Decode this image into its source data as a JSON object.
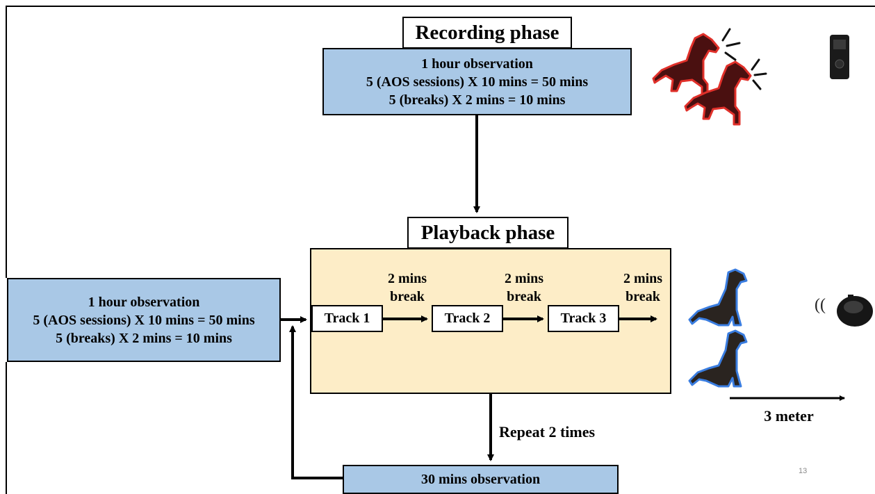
{
  "recording": {
    "title": "Recording phase",
    "lines": [
      "1 hour observation",
      "5 (AOS sessions) X 10 mins = 50 mins",
      "5 (breaks) X 2 mins = 10 mins"
    ]
  },
  "playback": {
    "title": "Playback phase"
  },
  "left_box": {
    "lines": [
      "1 hour observation",
      "5 (AOS sessions) X 10 mins = 50 mins",
      "5 (breaks) X 2 mins = 10 mins"
    ]
  },
  "tracks": [
    "Track 1",
    "Track 2",
    "Track 3"
  ],
  "breaks": [
    {
      "line1": "2 mins",
      "line2": "break"
    },
    {
      "line1": "2 mins",
      "line2": "break"
    },
    {
      "line1": "2 mins",
      "line2": "break"
    }
  ],
  "repeat_label": "Repeat 2 times",
  "bottom_box": {
    "label": "30 mins observation"
  },
  "distance_label": "3 meter",
  "speaker_waves": "((",
  "page_number": "13",
  "colors": {
    "blue_box": "#a9c8e6",
    "cream_box": "#fdedc7",
    "red_dog": "#4a1010",
    "red_outline": "#e0302a",
    "blue_dog": "#2a2420",
    "blue_outline": "#3a7de0"
  },
  "icons": [
    "barking-dogs-icon",
    "voice-recorder-icon",
    "sitting-dog-icon",
    "speaker-icon"
  ]
}
